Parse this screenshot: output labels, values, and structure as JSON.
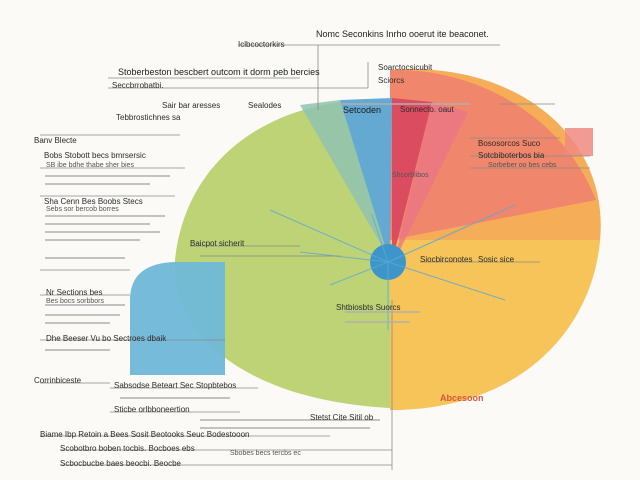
{
  "colors": {
    "green": "#b8cf6a",
    "teal": "#8fc3b0",
    "blue": "#5fa7d6",
    "red": "#d9465f",
    "salmon": "#ee8a78",
    "orange": "#f5a64a",
    "yellow": "#f6c55a",
    "lightblue": "#6fb8d8",
    "accent": "#d9573a"
  },
  "labels": {
    "top_title": "Nomc Seconkins Inrho ooerut ite beaconet.",
    "top_left": "Iclbcoctorkirs",
    "header_a": "Stoberbeston bescbert outcom it dorm peb bercies",
    "header_b": "Seccbrrobatbi.",
    "sub_a": "Sair bar aresses",
    "sub_b": "Sealodes",
    "sub_c": "Tebbrostichnes sa",
    "side_a": "Banv Blecte",
    "side_b": "Bobs Stobott becs bmrsersic",
    "side_c": "Sha Cenn Bes Boobs Stecs",
    "side_d": "Nr Sections bes",
    "side_e": "Dhe Beeser Vu bo Sectroes dbaik",
    "side_f": "Corrinbiceste",
    "center_top": "Setcoden",
    "center_top_right": "Sonnecto. oaut",
    "center_label": "Baicpot sicherit",
    "center_bottom": "Shtbiosbts Suorcs",
    "right_a": "Soarctocsicubit",
    "right_b": "Sciorcs",
    "right_c": "Bososorcos Suco",
    "right_d": "Sotcbiboterbos bia",
    "right_e": "Siocbirconotes",
    "right_f": "Sosic sice",
    "right_g": "Shcorblibos",
    "bottom_accent": "Abcesoon",
    "bottom_a": "Sabsodse Beteart Sec Stopbtebos",
    "bottom_b": "Sticbe orlbboneertion",
    "bottom_c": "Stetst Cite Sitil ob",
    "bottom_d": "Biame Ibp Retoin a Bees Sosit Beotooks Seuc Bodestooon",
    "bottom_e": "Scobotbro boben tocbis. Bocboes ebs",
    "bottom_f": "Scbocbucbe baes beocbi. Beocbe",
    "small_1": "SB ibe bdhe thabe sher bies",
    "small_2": "Sebs sor bercob borres",
    "small_3": "Sorbeber oo bes cebs",
    "small_4": "Bes bocs sorbbors",
    "small_5": "Sbobes becs tercbs ec"
  }
}
